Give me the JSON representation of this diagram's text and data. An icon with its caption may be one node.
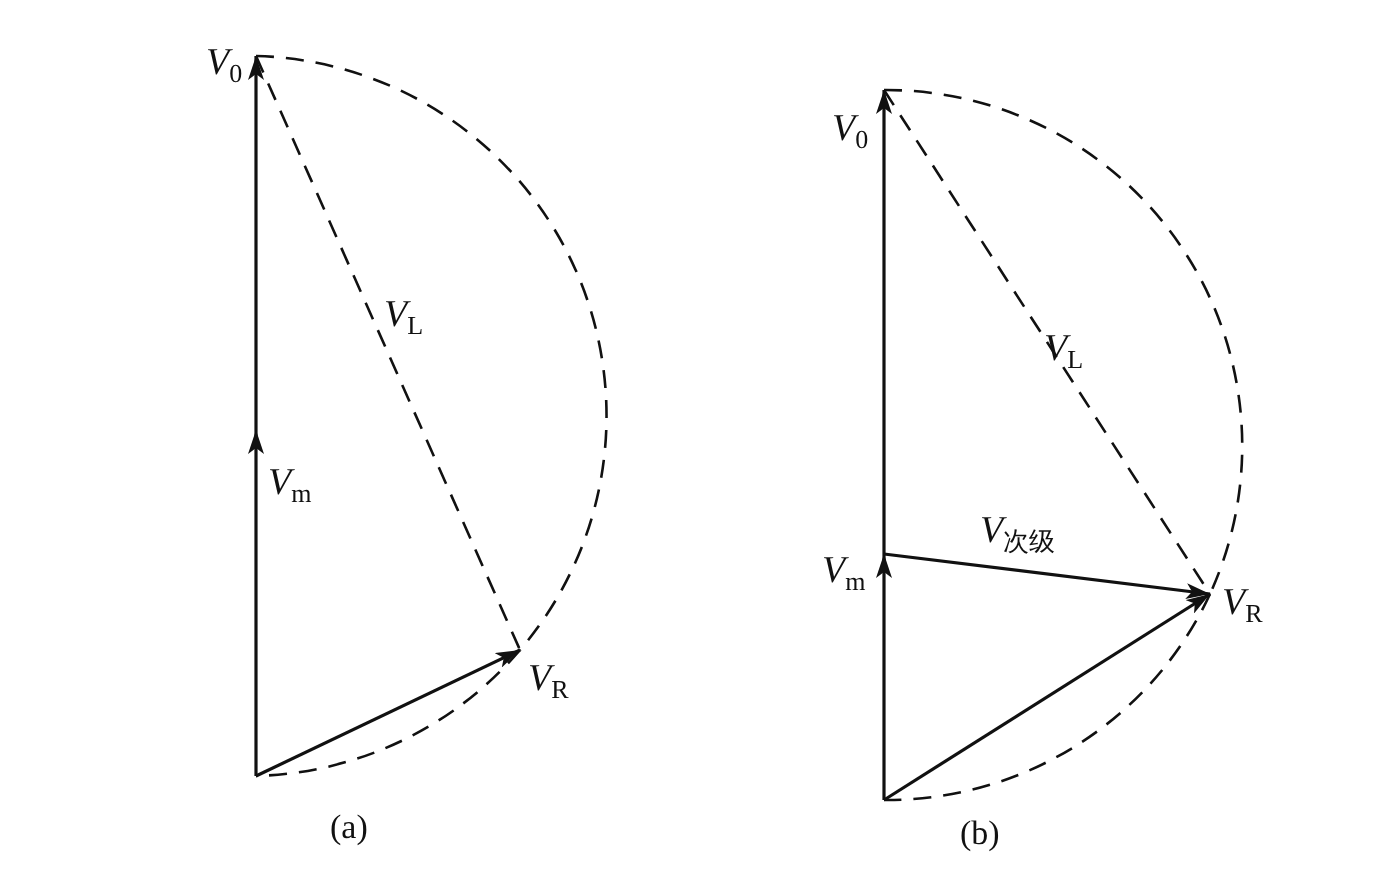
{
  "diagram": {
    "nodes": [
      {
        "text": [
          "*V*$_{0}$"
        ]
      },
      {
        "text": [
          "*V*$_{m}$"
        ]
      },
      {
        "text": [
          "*V*$_{R}$"
        ]
      },
      {
        "text": [
          "*V*$_{0}$"
        ]
      },
      {
        "text": [
          "*V*$_{m}$"
        ]
      },
      {
        "text": [
          "*V*$_{R}$"
        ]
      }
    ],
    "edges": [
      {
        "from": null,
        "to": 1,
        "arrow": "to"
      },
      {
        "from": 1,
        "to": 0,
        "arrow": "to"
      },
      {
        "from": null,
        "to": 2,
        "arrow": "to"
      },
      {
        "from": 0,
        "to": 2,
        "arrow": "none",
        "style": "dashed",
        "label": "*V*$_{L}$"
      },
      {
        "from": 0,
        "to": 2,
        "arrow": "none",
        "style": "dashed"
      },
      {
        "from": 2,
        "to": null,
        "arrow": "none",
        "style": "dashed"
      },
      {
        "from": null,
        "to": 4,
        "arrow": "to"
      },
      {
        "from": 4,
        "to": 3,
        "arrow": "to"
      },
      {
        "from": null,
        "to": 5,
        "arrow": "to"
      },
      {
        "from": 4,
        "to": 5,
        "arrow": "to",
        "label": "*V*$_{次级}$"
      },
      {
        "from": 3,
        "to": 5,
        "arrow": "none",
        "style": "dashed",
        "label": "*V*$_{L}$"
      },
      {
        "from": 3,
        "to": 5,
        "arrow": "none",
        "style": "dashed"
      },
      {
        "from": 5,
        "to": null,
        "arrow": "none",
        "style": "dashed"
      }
    ],
    "labels": [
      "(a)",
      "(b)"
    ]
  }
}
